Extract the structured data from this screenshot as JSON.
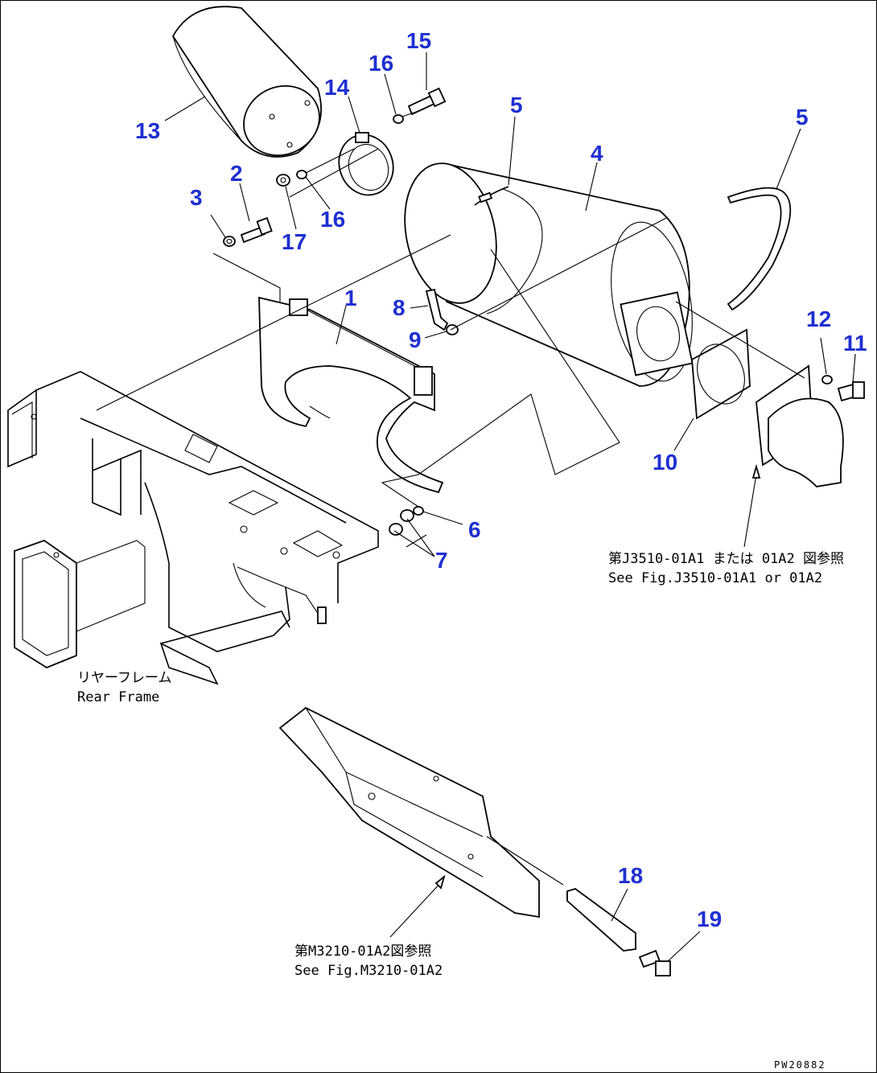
{
  "callouts": {
    "c1": "1",
    "c2": "2",
    "c3": "3",
    "c4": "4",
    "c5a": "5",
    "c5b": "5",
    "c6": "6",
    "c7": "7",
    "c8": "8",
    "c9": "9",
    "c10": "10",
    "c11": "11",
    "c12": "12",
    "c13": "13",
    "c14": "14",
    "c15": "15",
    "c16a": "16",
    "c16b": "16",
    "c17": "17",
    "c18": "18",
    "c19": "19"
  },
  "notes": {
    "ref_j3510_jp": "第J3510-01A1 または 01A2 図参照",
    "ref_j3510_en": "See Fig.J3510-01A1 or 01A2",
    "rear_frame_jp": "リヤーフレーム",
    "rear_frame_en": "Rear Frame",
    "ref_m3210_jp": "第M3210-01A2図参照",
    "ref_m3210_en": "See Fig.M3210-01A2"
  },
  "drawing_code": "PW20882",
  "colors": {
    "callout": "#1f2fd1",
    "line": "#000000",
    "background": "#ffffff"
  }
}
